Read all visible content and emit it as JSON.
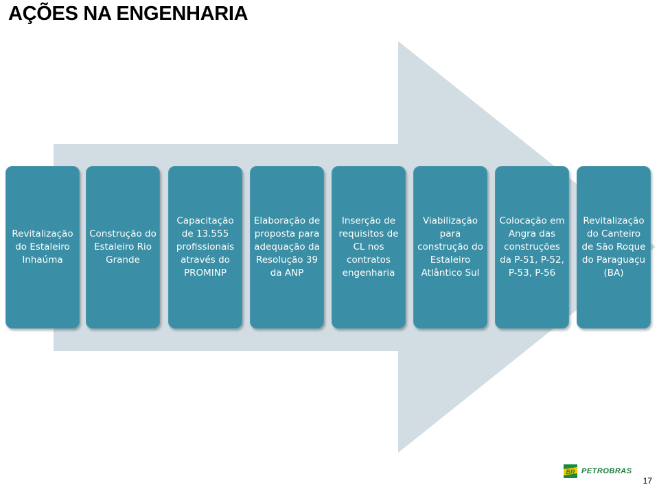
{
  "slide": {
    "title": "AÇÕES NA ENGENHARIA",
    "page_number": "17"
  },
  "brand": {
    "logo_text": "BR",
    "name": "PETROBRAS",
    "green": "#1a8a3c",
    "yellow": "#f5c800"
  },
  "colors": {
    "card": "#3a8ea5",
    "arrow": "#d2dde3",
    "card_text": "#ffffff"
  },
  "actions": [
    {
      "text": "Revitalização do Estaleiro Inhaúma"
    },
    {
      "text": "Construção do Estaleiro Rio Grande"
    },
    {
      "text": "Capacitação de 13.555 profissionais através do PROMINP"
    },
    {
      "text": "Elaboração de proposta para adequação da Resolução 39 da ANP"
    },
    {
      "text": "Inserção de requisitos de CL nos contratos engenharia"
    },
    {
      "text": "Viabilização para construção do Estaleiro Atlântico Sul"
    },
    {
      "text": "Colocação em Angra das construções da P-51, P-52, P-53, P-56"
    },
    {
      "text": "Revitalização do Canteiro de São Roque do Paraguaçu (BA)"
    }
  ]
}
